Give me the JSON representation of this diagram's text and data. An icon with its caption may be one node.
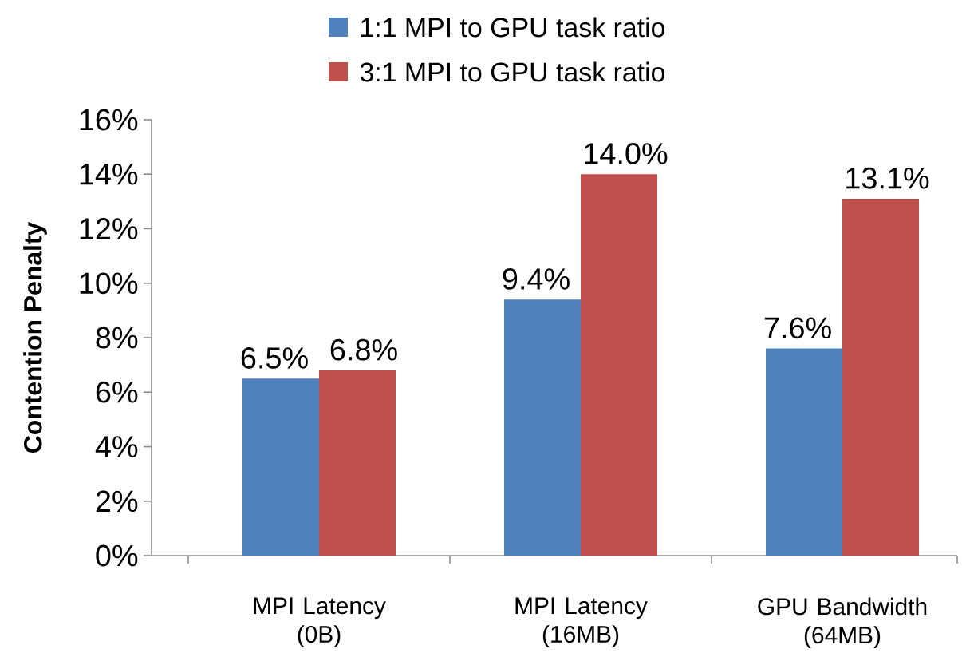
{
  "diagram": {
    "chart_data": {
      "type": "bar",
      "ylabel": "Contention Penalty",
      "categories": [
        "MPI Latency (0B)",
        "MPI Latency (16MB)",
        "GPU Bandwidth (64MB)"
      ],
      "series": [
        {
          "name": "1:1 MPI to GPU task ratio",
          "color": "#4f81bd",
          "values": [
            6.5,
            9.4,
            7.6
          ]
        },
        {
          "name": "3:1 MPI to GPU task ratio",
          "color": "#c0504d",
          "values": [
            6.8,
            14.0,
            13.1
          ]
        }
      ],
      "legend": "top",
      "ylim": [
        0,
        16
      ],
      "yticks": [
        {
          "value": 0,
          "label": "0%"
        },
        {
          "value": 2,
          "label": "2%"
        },
        {
          "value": 4,
          "label": "4%"
        },
        {
          "value": 6,
          "label": "6%"
        },
        {
          "value": 8,
          "label": "8%"
        },
        {
          "value": 10,
          "label": "10%"
        },
        {
          "value": 12,
          "label": "12%"
        },
        {
          "value": 14,
          "label": "14%"
        },
        {
          "value": 16,
          "label": "16%"
        }
      ],
      "value_labels": [
        [
          "6.5%",
          "9.4%",
          "7.6%"
        ],
        [
          "6.8%",
          "14.0%",
          "13.1%"
        ]
      ]
    }
  }
}
